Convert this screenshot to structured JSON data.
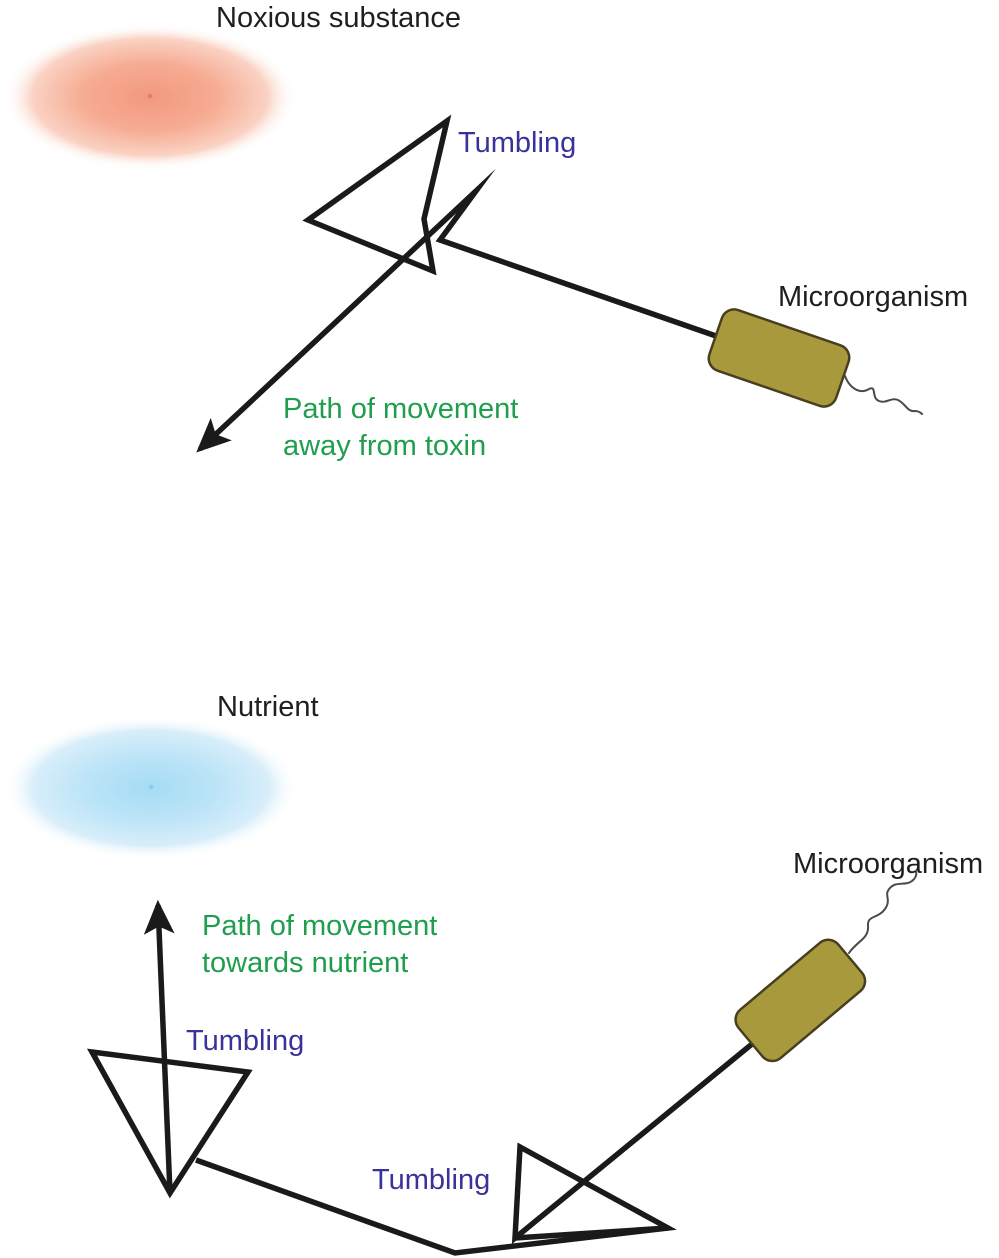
{
  "figure": {
    "top": {
      "stimulus_label": "Noxious substance",
      "tumbling_label": "Tumbling",
      "organism_label": "Microorganism",
      "path_label": "Path of movement\naway from toxin"
    },
    "bottom": {
      "stimulus_label": "Nutrient",
      "organism_label": "Microorganism",
      "path_label": "Path of movement\ntowards nutrient",
      "tumbling_label_left": "Tumbling",
      "tumbling_label_middle": "Tumbling"
    }
  },
  "colors": {
    "label_text": "#1f1f1f",
    "tumbling_text": "#39329b",
    "path_text": "#1f9e4d",
    "trajectory_stroke": "#1a1a1a",
    "organism_fill": "#a89a3c",
    "organism_stroke": "#473f20",
    "flagellum_stroke": "#4a4a4a",
    "toxin_center": "#f2997e",
    "toxin_mid": "#f6ab92",
    "toxin_soft": "#fad2c3",
    "toxin_edge": "#ffffff",
    "toxin_dot": "#dd8168",
    "nutrient_center": "#a5dcf4",
    "nutrient_mid": "#bce4f7",
    "nutrient_soft": "#d8eefa",
    "nutrient_edge": "#ffffff",
    "nutrient_dot": "#86cdeb"
  }
}
